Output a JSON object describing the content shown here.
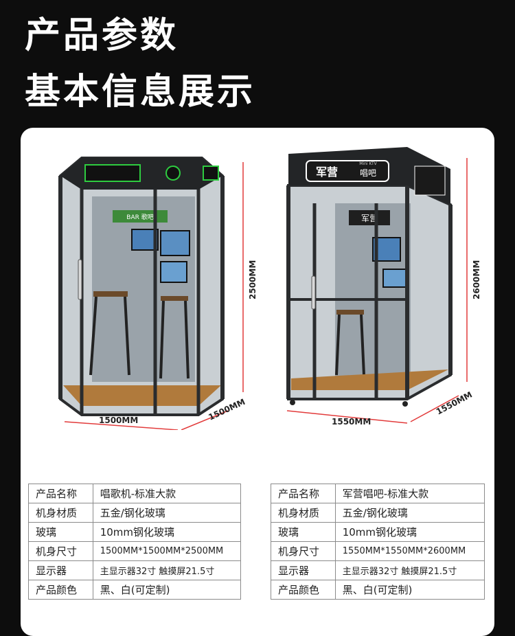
{
  "header": {
    "title_line1": "产品参数",
    "title_line2": "基本信息展示"
  },
  "left_booth": {
    "sign_text": "BAR 歌吧",
    "dims": {
      "width": "1500MM",
      "depth": "1500MM",
      "height": "2500MM"
    }
  },
  "right_booth": {
    "brand_main": "军营",
    "brand_sub": "唱吧",
    "brand_tag": "Mini KTV",
    "side_sign": "军营",
    "dims": {
      "width": "1550MM",
      "depth": "1550MM",
      "height": "2600MM"
    }
  },
  "specs_left": [
    {
      "key": "产品名称",
      "value": "唱歌机-标准大款"
    },
    {
      "key": "机身材质",
      "value": "五金/钢化玻璃"
    },
    {
      "key": "玻璃",
      "value": "10mm钢化玻璃"
    },
    {
      "key": "机身尺寸",
      "value": "1500MM*1500MM*2500MM"
    },
    {
      "key": "显示器",
      "value": "主显示器32寸 触摸屏21.5寸"
    },
    {
      "key": "产品颜色",
      "value": "黑、白(可定制)"
    }
  ],
  "specs_right": [
    {
      "key": "产品名称",
      "value": "军营唱吧-标准大款"
    },
    {
      "key": "机身材质",
      "value": "五金/钢化玻璃"
    },
    {
      "key": "玻璃",
      "value": "10mm钢化玻璃"
    },
    {
      "key": "机身尺寸",
      "value": "1550MM*1550MM*2600MM"
    },
    {
      "key": "显示器",
      "value": "主显示器32寸 触摸屏21.5寸"
    },
    {
      "key": "产品颜色",
      "value": "黑、白(可定制)"
    }
  ],
  "colors": {
    "background": "#0d0d0d",
    "frame": "#2a2c2e",
    "accent_green": "#2ecc40",
    "dimension_red": "#e23a3a",
    "floor_wood": "#b07a3c"
  }
}
